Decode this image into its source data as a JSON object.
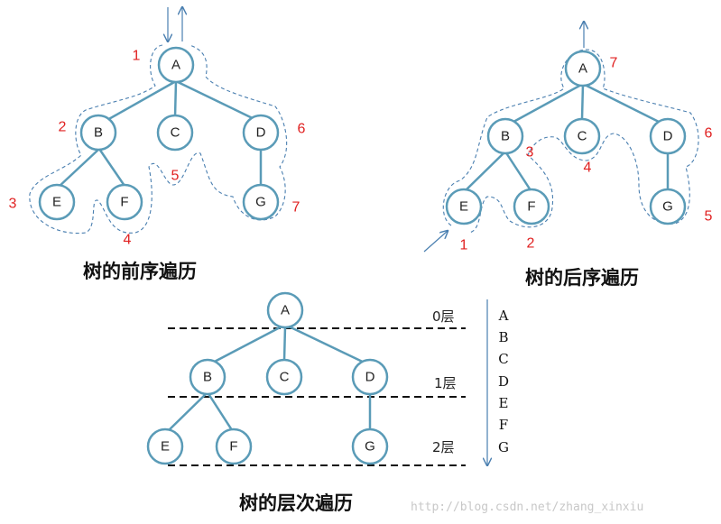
{
  "preorder": {
    "caption": "树的前序遍历",
    "nodes": [
      "A",
      "B",
      "C",
      "D",
      "E",
      "F",
      "G"
    ],
    "visit_numbers": [
      "1",
      "2",
      "3",
      "4",
      "5",
      "6",
      "7"
    ]
  },
  "postorder": {
    "caption": "树的后序遍历",
    "nodes": [
      "A",
      "B",
      "C",
      "D",
      "E",
      "F",
      "G"
    ],
    "visit_numbers": [
      "1",
      "2",
      "3",
      "4",
      "5",
      "6",
      "7"
    ]
  },
  "levelorder": {
    "caption": "树的层次遍历",
    "nodes": [
      "A",
      "B",
      "C",
      "D",
      "E",
      "F",
      "G"
    ],
    "levels": [
      "0层",
      "1层",
      "2层"
    ],
    "sequence": [
      "A",
      "B",
      "C",
      "D",
      "E",
      "F",
      "G"
    ]
  },
  "watermark": "http://blog.csdn.net/zhang_xinxiu"
}
